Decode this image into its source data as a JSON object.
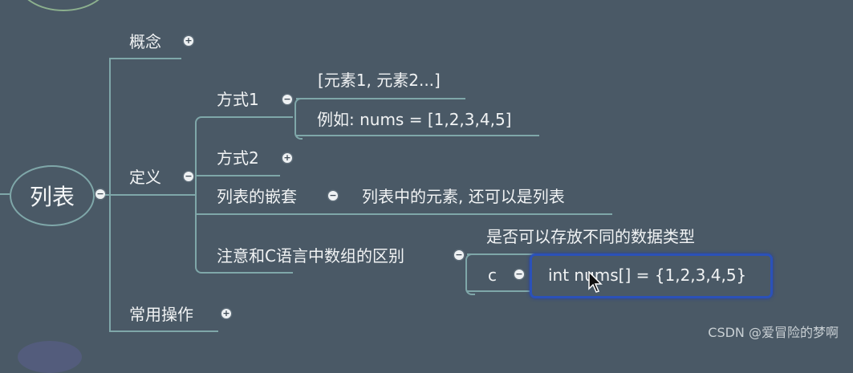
{
  "mindmap": {
    "root": {
      "label": "列表",
      "toggle": "−"
    },
    "branches": {
      "concept": {
        "label": "概念",
        "toggle": "+"
      },
      "definition": {
        "label": "定义",
        "toggle": "−"
      },
      "common_ops": {
        "label": "常用操作",
        "toggle": "+"
      }
    },
    "definition_children": {
      "way1": {
        "label": "方式1",
        "toggle": "−",
        "children": [
          "[元素1, 元素2...]",
          "例如: nums = [1,2,3,4,5]"
        ]
      },
      "way2": {
        "label": "方式2",
        "toggle": "+"
      },
      "nesting": {
        "label": "列表的嵌套",
        "toggle": "−",
        "child": "列表中的元素, 还可以是列表"
      },
      "diff_c": {
        "label": "注意和C语言中数组的区别",
        "toggle": "−",
        "child_top": "是否可以存放不同的数据类型",
        "c_node": {
          "label": "c",
          "toggle": "−",
          "child": "int nums[] = {1,2,3,4,5}"
        }
      }
    }
  },
  "watermark": "CSDN @爱冒险的梦啊",
  "colors": {
    "background": "#4a5966",
    "connector": "#7fa7a9",
    "selection": "#2b51b8"
  }
}
